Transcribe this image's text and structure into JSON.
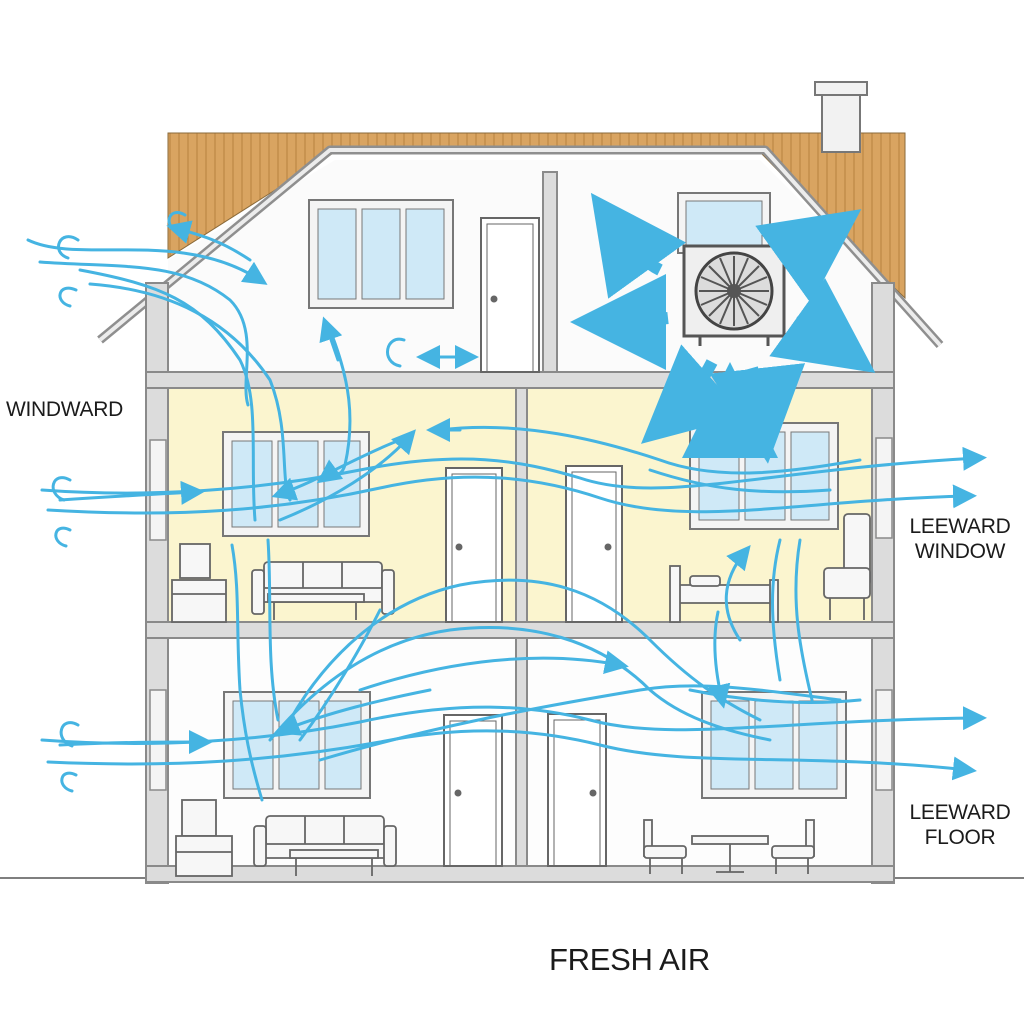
{
  "labels": {
    "windward": "WINDWARD",
    "leeward_window_line1": "LEEWARD",
    "leeward_window_line2": "WINDOW",
    "leeward_floor_line1": "LEEWARD",
    "leeward_floor_line2": "FLOOR",
    "fresh_air": "FRESH AIR"
  },
  "colors": {
    "airflow": "#45b4e2",
    "roof": "#d9a461",
    "wall": "#9a9a9a",
    "middle_floor_fill": "#fbf5cf",
    "glass": "#cfe9f7"
  },
  "icons": [
    "exhaust-fan-icon",
    "chimney-icon",
    "door-icon",
    "sofa-icon",
    "table-icon",
    "chair-icon",
    "bed-icon",
    "armchair-icon"
  ]
}
